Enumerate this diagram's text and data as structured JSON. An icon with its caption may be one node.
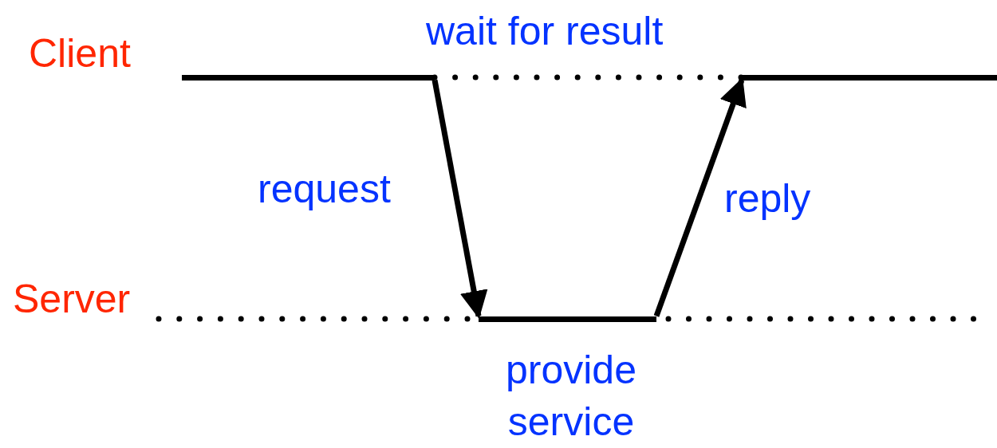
{
  "diagram": {
    "nodes": [
      {
        "text": [],
        "shape": "bar"
      },
      {
        "text": [],
        "shape": "bar"
      },
      {
        "text": [],
        "shape": "bar",
        "beside": [
          "provide service"
        ]
      }
    ],
    "edges": [
      {
        "from": 0,
        "to": 2,
        "arrow": "to",
        "label": "request"
      },
      {
        "from": 2,
        "to": 1,
        "arrow": "to",
        "label": "reply"
      },
      {
        "from": 0,
        "to": 1,
        "arrow": "none",
        "style": "dashed"
      }
    ],
    "labels": [
      "Client",
      "wait for result",
      "Server"
    ]
  }
}
